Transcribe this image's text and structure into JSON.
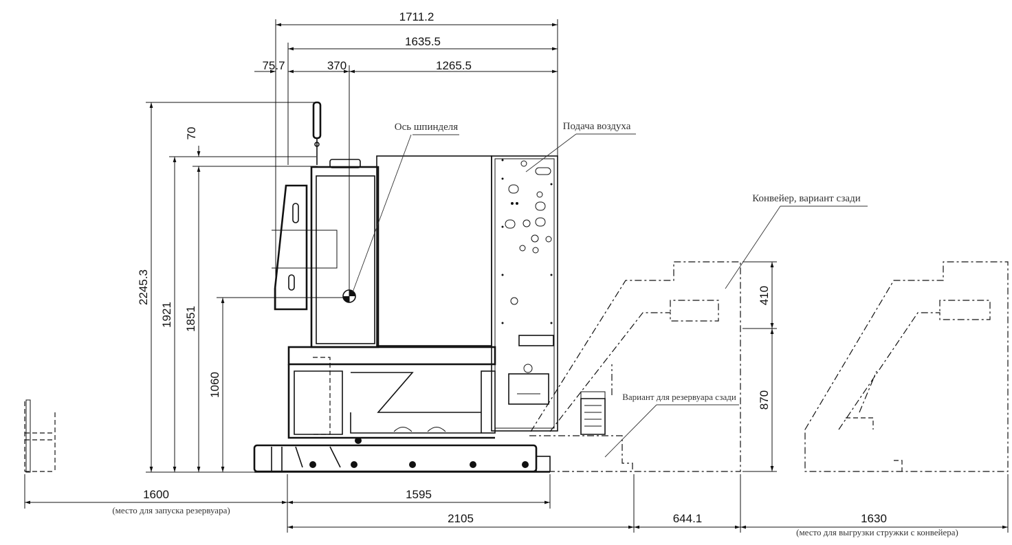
{
  "dimensions": {
    "top": {
      "overall": "1711.2",
      "inner": "1635.5",
      "left_offset": "75.7",
      "spindle_offset": "370",
      "spindle_to_rear": "1265.5"
    },
    "vertical": {
      "total_height": "2245.3",
      "h_1921": "1921",
      "h_1851": "1851",
      "spindle_height": "1060",
      "top_offset": "70",
      "conveyor_top": "410",
      "conveyor_height": "870"
    },
    "bottom": {
      "tank_space": "1600",
      "tank_space_note": "(место для запуска резервуара)",
      "machine_width": "1595",
      "base_width": "2105",
      "tank_rear": "644.1",
      "conveyor_unload": "1630",
      "conveyor_unload_note": "(место для выгрузки стружки с конвейера)"
    }
  },
  "callouts": {
    "spindle_axis": "Ось шпинделя",
    "air_supply": "Подача воздуха",
    "conveyor_rear": "Конвейер, вариант сзади",
    "tank_rear_variant": "Вариант для резервуара сзади"
  }
}
